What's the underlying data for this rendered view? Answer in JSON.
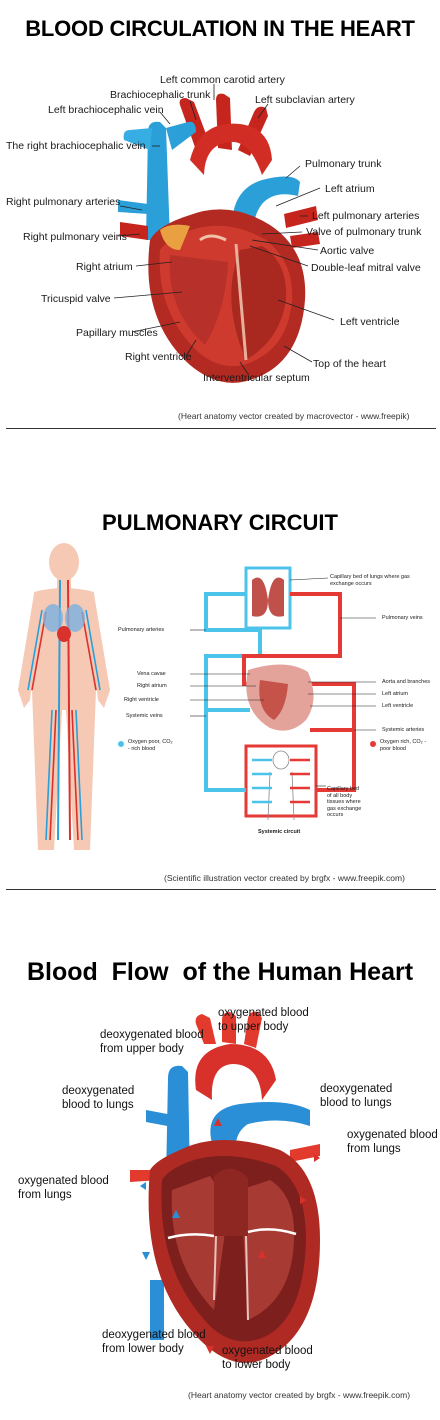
{
  "section1": {
    "title": "BLOOD CIRCULATION IN THE HEART",
    "labels": {
      "left_common_carotid": "Left common carotid artery",
      "brachiocephalic_trunk": "Brachiocephalic trunk",
      "left_brachiocephalic_vein": "Left brachiocephalic vein",
      "left_subclavian": "Left subclavian artery",
      "right_brachiocephalic_vein": "The right brachiocephalic vein",
      "pulmonary_trunk": "Pulmonary trunk",
      "left_atrium": "Left atrium",
      "right_pulmonary_arteries": "Right pulmonary arteries",
      "left_pulmonary_arteries": "Left pulmonary arteries",
      "valve_pulmonary_trunk": "Valve of pulmonary trunk",
      "right_pulmonary_veins": "Right pulmonary veins",
      "aortic_valve": "Aortic valve",
      "right_atrium": "Right atrium",
      "mitral_valve": "Double-leaf mitral valve",
      "tricuspid_valve": "Tricuspid valve",
      "left_ventricle": "Left ventricle",
      "papillary_muscles": "Papillary muscles",
      "right_ventricle": "Right ventricle",
      "top_of_heart": "Top of the heart",
      "interventricular_septum": "Interventricular septum"
    },
    "credit": "(Heart anatomy vector created by macrovector - www.freepik)"
  },
  "section2": {
    "title": "PULMONARY CIRCUIT",
    "labels": {
      "capillary_lungs": "Capillary bed of lungs where gas exchange occurs",
      "pulmonary_arteries": "Pulmonary arteries",
      "pulmonary_veins": "Pulmonary veins",
      "vena_cavae": "Vena cavae",
      "aorta_branches": "Aorta and branches",
      "right_atrium": "Right atrium",
      "left_atrium": "Left atrium",
      "right_ventricle": "Right ventricle",
      "left_ventricle": "Left ventricle",
      "systemic_veins": "Systemic veins",
      "systemic_arteries": "Systemic arteries",
      "oxygen_poor": "Oxygen poor, CO₂ - rich blood",
      "oxygen_rich": "Oxygen rich, CO₂ - poor blood",
      "capillary_body": "Capillary bed of all body tissues where gas exchange occurs",
      "systemic_circuit": "Systemic circuit"
    },
    "credit": "(Scientific illustration vector created by brgfx - www.freepik.com)"
  },
  "section3": {
    "title": "Blood  Flow  of the Human Heart",
    "labels": {
      "oxy_upper": "oxygenated blood to upper body",
      "deoxy_upper": "deoxygenated blood from upper body",
      "deoxy_to_lungs_left": "deoxygenated blood to lungs",
      "deoxy_to_lungs_right": "deoxygenated blood to lungs",
      "oxy_from_lungs_right": "oxygenated blood from lungs",
      "oxy_from_lungs_left": "oxygenated blood from lungs",
      "deoxy_lower": "deoxygenated blood from lower body",
      "oxy_lower": "oxygenated blood to lower body"
    },
    "credit": "(Heart anatomy vector created by brgfx - www.freepik.com)"
  },
  "colors": {
    "artery_red": "#d9312b",
    "vein_blue": "#2a9fd8",
    "heart_dark": "#a82a22",
    "circuit_red": "#e53935",
    "circuit_blue": "#4cc3e8"
  }
}
